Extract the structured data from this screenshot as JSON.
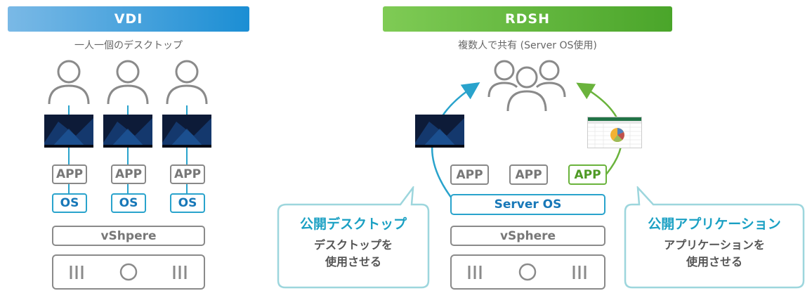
{
  "vdi": {
    "title": "VDI",
    "subtitle": "一人一個のデスクトップ",
    "app_label": "APP",
    "os_label": "OS",
    "hypervisor": "vShpere"
  },
  "rdsh": {
    "title": "RDSH",
    "subtitle": "複数人で共有 (Server OS使用)",
    "app_label": "APP",
    "server_os": "Server OS",
    "hypervisor": "vSphere"
  },
  "callouts": {
    "desktop_title": "公開デスクトップ",
    "desktop_line1": "デスクトップを",
    "desktop_line2": "使用させる",
    "app_title": "公開アプリケーション",
    "app_line1": "アプリケーションを",
    "app_line2": "使用させる"
  },
  "colors": {
    "vdi_gradient": [
      "#7ab9e6",
      "#1b8ed4"
    ],
    "rdsh_gradient": [
      "#7fcb55",
      "#4aa52a"
    ],
    "accent_blue": "#29a3cc",
    "accent_green": "#6ab33c",
    "callout_border": "#9dd6dd",
    "gray": "#8a8a8a"
  },
  "icons": [
    "user-icon",
    "users-group-icon",
    "desktop-screenshot",
    "spreadsheet-screenshot",
    "server-icon"
  ]
}
